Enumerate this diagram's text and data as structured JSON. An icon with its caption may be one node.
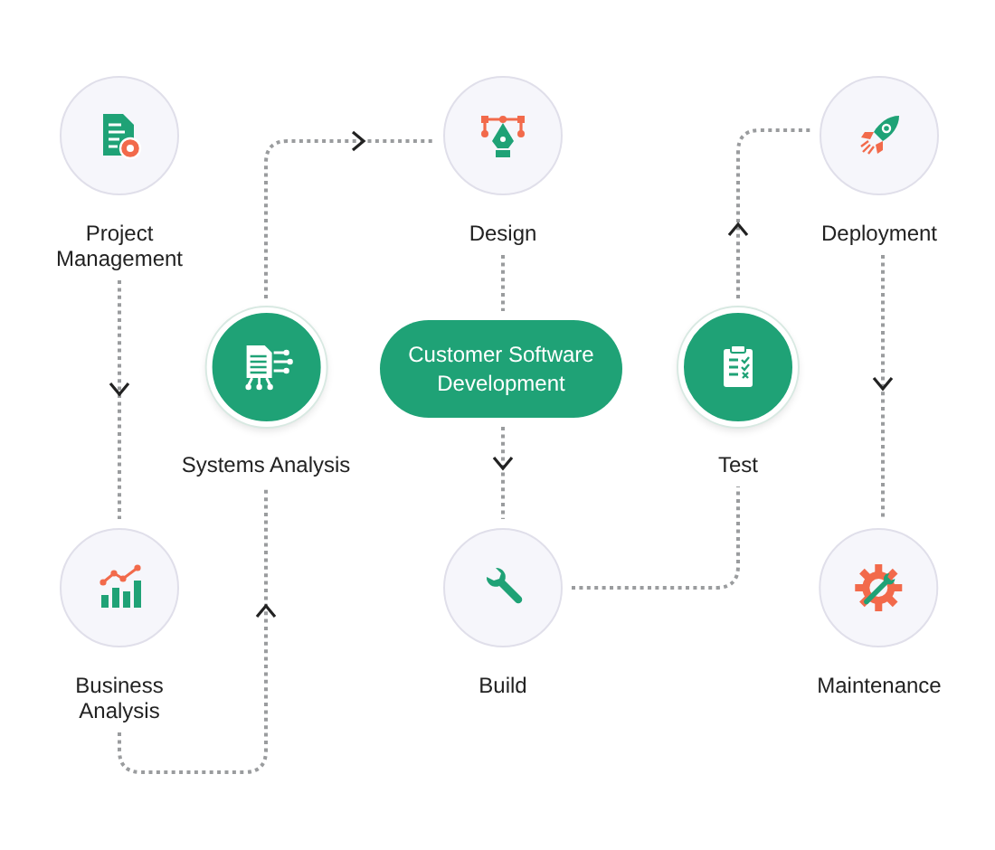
{
  "diagram": {
    "nodes": [
      {
        "text": [
          "Project Management"
        ]
      },
      {
        "text": [
          "Systems Analysis"
        ]
      },
      {
        "text": [
          "Business Analysis"
        ]
      },
      {
        "text": [
          "Design"
        ]
      },
      {
        "text": [
          "Customer Software Development"
        ]
      },
      {
        "text": [
          "Build"
        ]
      },
      {
        "text": [
          "Test"
        ]
      },
      {
        "text": [
          "Deployment"
        ]
      },
      {
        "text": [
          "Maintenance"
        ]
      }
    ],
    "edges": [
      {
        "from": 0,
        "to": 2,
        "arrow": "to",
        "style": "dashed"
      },
      {
        "from": 2,
        "to": 1,
        "arrow": "to",
        "style": "dashed"
      },
      {
        "from": 1,
        "to": 3,
        "arrow": "to",
        "style": "dashed"
      },
      {
        "from": 3,
        "to": 4,
        "arrow": "none",
        "style": "dashed"
      },
      {
        "from": 4,
        "to": 5,
        "arrow": "to",
        "style": "dashed"
      },
      {
        "from": 5,
        "to": 6,
        "arrow": "none",
        "style": "dashed"
      },
      {
        "from": 6,
        "to": 7,
        "arrow": "to",
        "style": "dashed"
      },
      {
        "from": 7,
        "to": 8,
        "arrow": "to",
        "style": "dashed"
      }
    ]
  }
}
